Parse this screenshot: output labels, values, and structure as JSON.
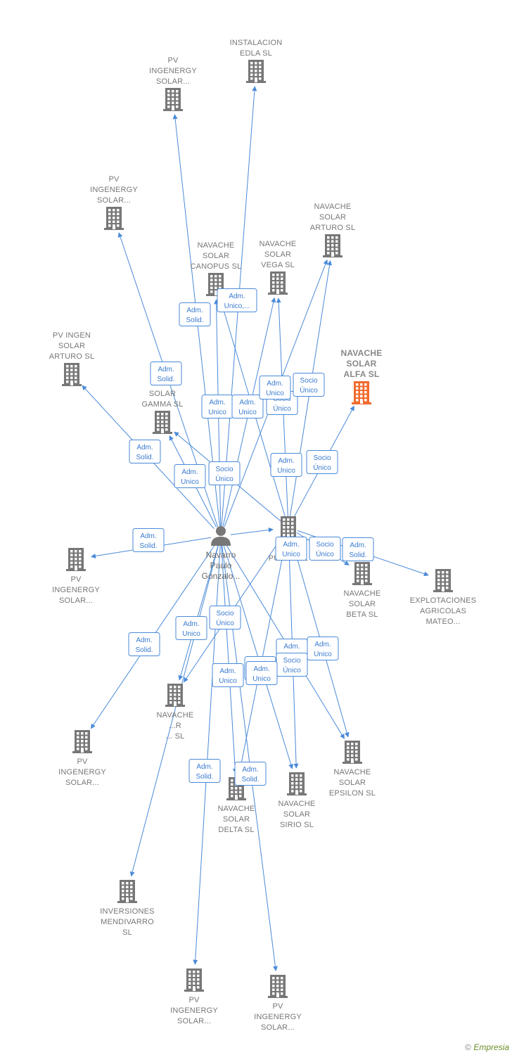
{
  "colors": {
    "edge": "#4a8ad8",
    "building": "#777777",
    "highlight": "#f26a2e",
    "person": "#777777"
  },
  "person": {
    "id": "p",
    "lines": [
      "Navarro",
      "Paulo",
      "Gonzalo..."
    ]
  },
  "nodes": [
    {
      "id": "n1",
      "lines": [
        "PV",
        "INGENERGY",
        "SOLAR..."
      ]
    },
    {
      "id": "n2",
      "lines": [
        "INSTALACION",
        "EDLA  SL"
      ]
    },
    {
      "id": "n3",
      "lines": [
        "PV",
        "INGENERGY",
        "SOLAR..."
      ]
    },
    {
      "id": "n4",
      "lines": [
        "NAVACHE",
        "SOLAR",
        "ARTURO  SL"
      ]
    },
    {
      "id": "n5",
      "lines": [
        "NAVACHE",
        "SOLAR",
        "CANOPUS  SL"
      ]
    },
    {
      "id": "n6",
      "lines": [
        "NAVACHE",
        "SOLAR",
        "VEGA  SL"
      ]
    },
    {
      "id": "n7",
      "lines": [
        "PV INGEN",
        "SOLAR",
        "ARTURO  SL"
      ]
    },
    {
      "id": "n8",
      "lines": [
        "NAVACHE",
        "SOLAR",
        "ALFA  SL"
      ],
      "highlight": true
    },
    {
      "id": "n9",
      "lines": [
        "NA...",
        "SOLAR",
        "GAMMA  SL"
      ]
    },
    {
      "id": "n10",
      "lines": [
        "NA...",
        "PUCHE SL"
      ]
    },
    {
      "id": "n11",
      "lines": [
        "PV",
        "INGENERGY",
        "SOLAR..."
      ]
    },
    {
      "id": "n12",
      "lines": [
        "NAVACHE",
        "SOLAR",
        "BETA  SL"
      ]
    },
    {
      "id": "n13",
      "lines": [
        "EXPLOTACIONES",
        "AGRICOLAS",
        "MATEO..."
      ]
    },
    {
      "id": "n14",
      "lines": [
        "NAVACHE",
        "...R",
        "...  SL"
      ]
    },
    {
      "id": "n15",
      "lines": [
        "PV",
        "INGENERGY",
        "SOLAR..."
      ]
    },
    {
      "id": "n16",
      "lines": [
        "NAVACHE",
        "SOLAR",
        "EPSILON  SL"
      ]
    },
    {
      "id": "n17",
      "lines": [
        "NAVACHE",
        "SOLAR",
        "DELTA  SL"
      ]
    },
    {
      "id": "n18",
      "lines": [
        "NAVACHE",
        "SOLAR",
        "SIRIO  SL"
      ]
    },
    {
      "id": "n19",
      "lines": [
        "INVERSIONES",
        "MENDIVARRO",
        "SL"
      ]
    },
    {
      "id": "n20",
      "lines": [
        "PV",
        "INGENERGY",
        "SOLAR..."
      ]
    },
    {
      "id": "n21",
      "lines": [
        "PV",
        "INGENERGY",
        "SOLAR..."
      ]
    }
  ],
  "edges": [
    {
      "from": "p",
      "to": "n1"
    },
    {
      "from": "p",
      "to": "n2"
    },
    {
      "from": "p",
      "to": "n3"
    },
    {
      "from": "p",
      "to": "n4"
    },
    {
      "from": "p",
      "to": "n5"
    },
    {
      "from": "p",
      "to": "n6"
    },
    {
      "from": "p",
      "to": "n7"
    },
    {
      "from": "p",
      "to": "n9"
    },
    {
      "from": "p",
      "to": "n10"
    },
    {
      "from": "p",
      "to": "n11"
    },
    {
      "from": "p",
      "to": "n14"
    },
    {
      "from": "p",
      "to": "n15"
    },
    {
      "from": "p",
      "to": "n16"
    },
    {
      "from": "p",
      "to": "n17"
    },
    {
      "from": "p",
      "to": "n18"
    },
    {
      "from": "p",
      "to": "n19"
    },
    {
      "from": "p",
      "to": "n20"
    },
    {
      "from": "p",
      "to": "n21"
    },
    {
      "from": "n10",
      "to": "n4"
    },
    {
      "from": "n10",
      "to": "n5"
    },
    {
      "from": "n10",
      "to": "n6"
    },
    {
      "from": "n10",
      "to": "n8"
    },
    {
      "from": "n10",
      "to": "n9"
    },
    {
      "from": "n10",
      "to": "n12"
    },
    {
      "from": "n10",
      "to": "n13"
    },
    {
      "from": "n10",
      "to": "n14"
    },
    {
      "from": "n10",
      "to": "n16"
    },
    {
      "from": "n10",
      "to": "n17"
    },
    {
      "from": "n10",
      "to": "n18"
    }
  ],
  "relations": [
    {
      "id": "r1",
      "lines": [
        "Adm.",
        "Solid."
      ]
    },
    {
      "id": "r2",
      "lines": [
        "Adm.",
        "Unico,..."
      ]
    },
    {
      "id": "r3",
      "lines": [
        "Adm.",
        "Solid."
      ]
    },
    {
      "id": "r4",
      "lines": [
        "Adm.",
        "Unico"
      ]
    },
    {
      "id": "r5",
      "lines": [
        "Adm.",
        "Unico"
      ]
    },
    {
      "id": "r6",
      "lines": [
        "Socio",
        "Único"
      ]
    },
    {
      "id": "r7",
      "lines": [
        "Adm.",
        "Unico"
      ]
    },
    {
      "id": "r8",
      "lines": [
        "Socio",
        "Único"
      ]
    },
    {
      "id": "r9",
      "lines": [
        "Adm.",
        "Solid."
      ]
    },
    {
      "id": "r10",
      "lines": [
        "Adm.",
        "Unico"
      ]
    },
    {
      "id": "r11",
      "lines": [
        "Socio",
        "Único"
      ]
    },
    {
      "id": "r12",
      "lines": [
        "Adm.",
        "Unico"
      ]
    },
    {
      "id": "r13",
      "lines": [
        "Socio",
        "Único"
      ]
    },
    {
      "id": "r14",
      "lines": [
        "Adm.",
        "Solid."
      ]
    },
    {
      "id": "r15",
      "lines": [
        "Adm.",
        "Unico"
      ]
    },
    {
      "id": "r16",
      "lines": [
        "Socio",
        "Único"
      ]
    },
    {
      "id": "r17",
      "lines": [
        "Adm.",
        "Solid."
      ]
    },
    {
      "id": "r18",
      "lines": [
        "Adm.",
        "Solid."
      ]
    },
    {
      "id": "r19",
      "lines": [
        "Adm.",
        "Unico"
      ]
    },
    {
      "id": "r20",
      "lines": [
        "Socio",
        "Único"
      ]
    },
    {
      "id": "r21",
      "lines": [
        "Adm.",
        "Unico"
      ]
    },
    {
      "id": "r22",
      "lines": [
        "Adm.",
        "Unico"
      ]
    },
    {
      "id": "r23",
      "lines": [
        "Socio",
        "Único"
      ]
    },
    {
      "id": "r24",
      "lines": [
        "Socio",
        "Único"
      ]
    },
    {
      "id": "r25",
      "lines": [
        "Adm.",
        "Unico"
      ]
    },
    {
      "id": "r26",
      "lines": [
        "Adm.",
        "Unico"
      ]
    },
    {
      "id": "r27",
      "lines": [
        "Adm.",
        "Solid."
      ]
    },
    {
      "id": "r28",
      "lines": [
        "Adm.",
        "Solid."
      ]
    }
  ],
  "footer": {
    "symbol": "©",
    "brand": "Empresia"
  }
}
